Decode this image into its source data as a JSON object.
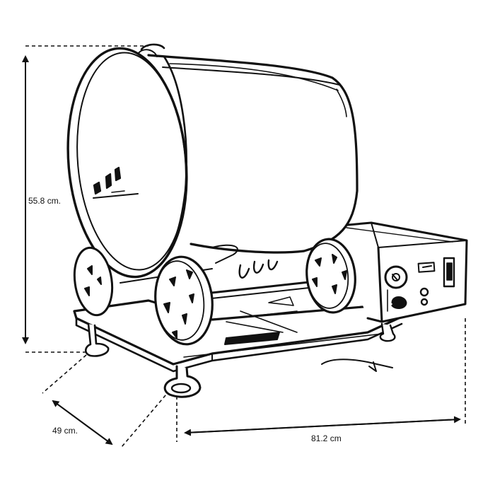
{
  "dimensions": {
    "height": "55.8 cm.",
    "depth": "49 cm.",
    "width": "81.2 cm"
  },
  "colors": {
    "line": "#111111",
    "background": "#ffffff"
  }
}
